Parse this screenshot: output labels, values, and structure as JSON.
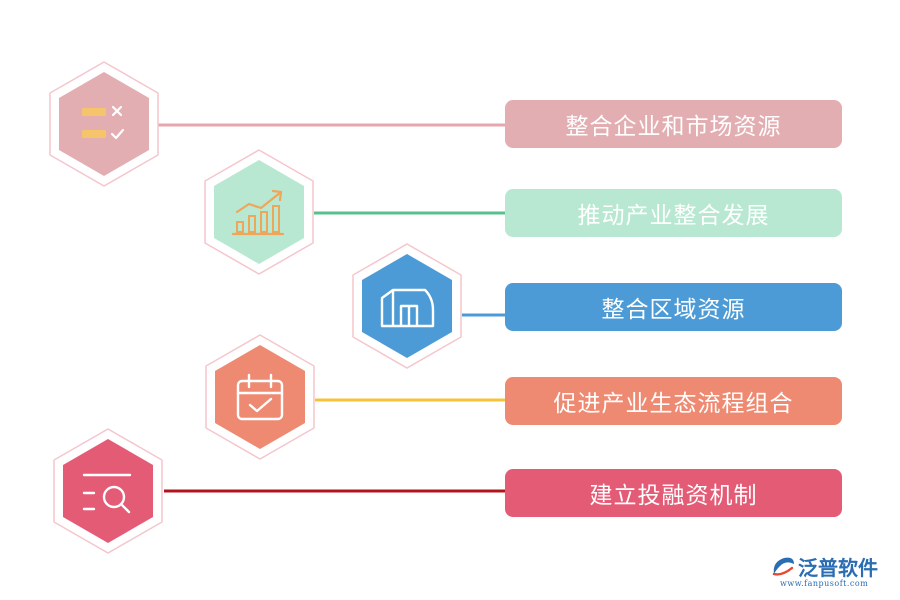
{
  "items": [
    {
      "label": "整合企业和市场资源",
      "color": "#e2aeb1",
      "line": "#e7a5ad",
      "icon": "checklist-icon"
    },
    {
      "label": "推动产业整合发展",
      "color": "#b8e8d2",
      "line": "#59c08c",
      "icon": "growth-chart-icon"
    },
    {
      "label": "整合区域资源",
      "color": "#4d9bd6",
      "line": "#4d9bd6",
      "icon": "building-icon"
    },
    {
      "label": "促进产业生态流程组合",
      "color": "#ee8a72",
      "line": "#f7c33a",
      "icon": "calendar-check-icon"
    },
    {
      "label": "建立投融资机制",
      "color": "#e45b76",
      "line": "#b0141c",
      "icon": "search-list-icon"
    }
  ],
  "logo": {
    "name": "泛普软件",
    "url": "www.fanpusoft.com"
  }
}
